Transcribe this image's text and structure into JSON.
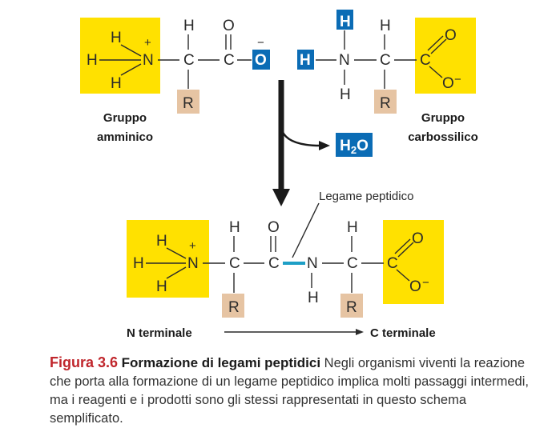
{
  "atoms": {
    "H": "H",
    "N": "N",
    "C": "C",
    "O": "O",
    "R": "R",
    "plus": "+",
    "minus": "−"
  },
  "water": "H2O",
  "labels": {
    "amino_group_line1": "Gruppo",
    "amino_group_line2": "amminico",
    "carboxyl_group_line1": "Gruppo",
    "carboxyl_group_line2": "carbossilico",
    "peptide_bond": "Legame peptidico",
    "n_terminal": "N terminale",
    "c_terminal": "C terminale"
  },
  "caption": {
    "figure_number": "Figura 3.6",
    "figure_title": "Formazione di legami peptidici",
    "text": "Negli organismi viventi la reazione che porta alla formazione di un legame peptidico implica molti passaggi intermedi, ma i reagenti e i prodotti sono gli stessi rappresentati in questo schema semplificato."
  },
  "colors": {
    "highlight_yellow": "#ffe100",
    "r_group_tan": "#e6c4a3",
    "removed_atom_blue": "#0b6cb5",
    "peptide_bond_teal": "#1e9fc6",
    "caption_red": "#c0262c"
  }
}
